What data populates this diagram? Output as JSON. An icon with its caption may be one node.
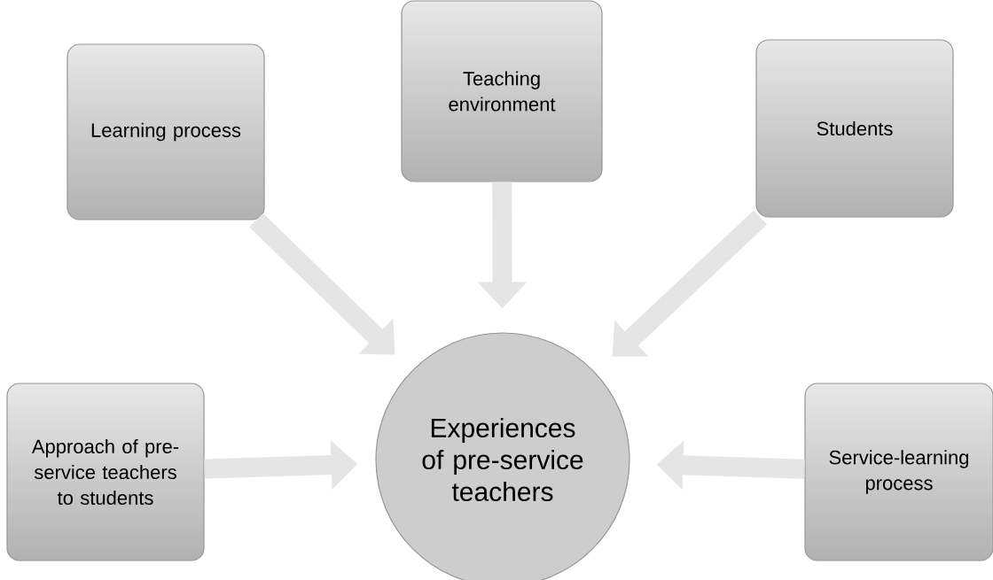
{
  "diagram": {
    "nodes": [
      {
        "text": [
          "Learning process"
        ]
      },
      {
        "text": [
          "Teaching environment"
        ]
      },
      {
        "text": [
          "Students"
        ]
      },
      {
        "text": [
          "Approach of pre-service teachers to students"
        ]
      },
      {
        "text": [
          "Experiences of pre-service teachers"
        ]
      },
      {
        "text": [
          "Service-learning process"
        ]
      }
    ],
    "edges": [
      {
        "from": 0,
        "to": 4,
        "arrow": "to"
      },
      {
        "from": 1,
        "to": 4,
        "arrow": "to"
      },
      {
        "from": 2,
        "to": 4,
        "arrow": "to"
      },
      {
        "from": 3,
        "to": 4,
        "arrow": "to"
      },
      {
        "from": 5,
        "to": 4,
        "arrow": "to"
      }
    ]
  }
}
